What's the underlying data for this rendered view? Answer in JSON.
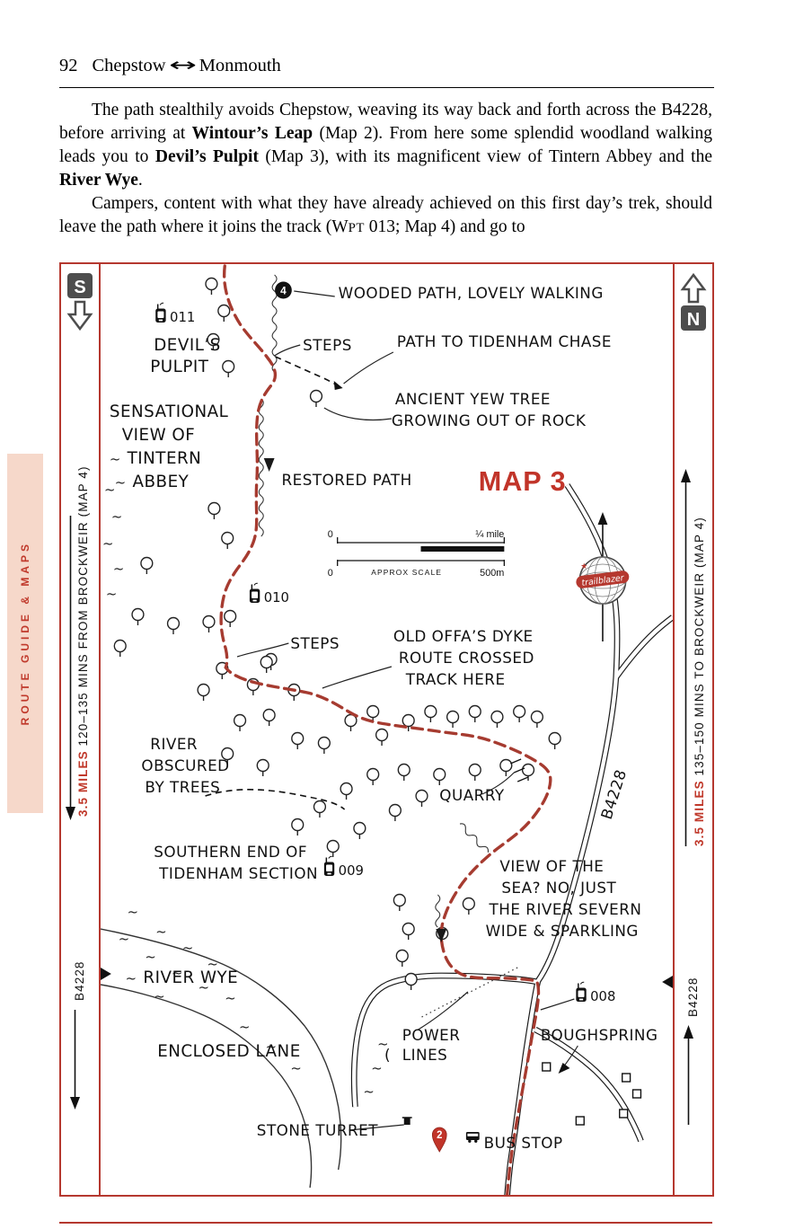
{
  "page": {
    "number": "92",
    "title_left": "Chepstow",
    "title_arrow": "↔",
    "title_right": "Monmouth"
  },
  "body": {
    "p1": [
      "The path stealthily avoids Chepstow, weaving its way back and forth across the B4228, before arriving at ",
      "Wintour’s Leap",
      " (Map 2). From here some splendid woodland walking leads you to ",
      "Devil’s Pulpit",
      " (Map 3), with its magnificent view of Tintern Abbey and the ",
      "River Wye",
      "."
    ],
    "p2": [
      "Campers, content with what they have already achieved on this first day’s trek, should leave the path where it joins the track (W",
      "PT",
      " 013; Map 4) and go to"
    ]
  },
  "sidebar": {
    "label": "ROUTE GUIDE & MAPS"
  },
  "map": {
    "title": "MAP 3",
    "logo_text": "trailblazer",
    "compass": {
      "south": "S",
      "north": "N"
    },
    "left_margin": {
      "miles": "3.5 MILES",
      "time": " 120–135 MINS FROM BROCKWEIR (MAP 4)",
      "road": "B4228"
    },
    "right_margin": {
      "miles": "3.5 MILES",
      "time": " 135–150 MINS TO BROCKWEIR (MAP 4)",
      "road": "B4228"
    },
    "scale": {
      "zero_top": "0",
      "quarter_mile": "¼ mile",
      "zero_bottom": "0",
      "approx": "APPROX SCALE",
      "metres": "500m"
    },
    "markers": {
      "top": "4",
      "bottom": "2"
    },
    "waypoints": {
      "devils_pulpit": "011",
      "mid_path": "010",
      "tidenham": "009",
      "boughspring": "008"
    },
    "decor": {
      "tilde": "~",
      "brace": "(",
      "star": "★"
    },
    "labels": {
      "wooded_path": "WOODED PATH, LOVELY WALKING",
      "steps_top": "STEPS",
      "path_tidenham": "PATH TO TIDENHAM CHASE",
      "devils_pulpit": {
        "l1": "DEVIL’S",
        "l2": "PULPIT"
      },
      "sensational": {
        "l1": "SENSATIONAL",
        "l2": "VIEW OF",
        "l3": "TINTERN",
        "l4": "ABBEY"
      },
      "yew": {
        "l1": "ANCIENT YEW TREE",
        "l2": "GROWING OUT OF ROCK"
      },
      "restored_path": "RESTORED PATH",
      "steps_mid": "STEPS",
      "offas": {
        "l1": "OLD OFFA’S DYKE",
        "l2": "ROUTE CROSSED",
        "l3": "TRACK HERE"
      },
      "river_obscured": {
        "l1": "RIVER",
        "l2": "OBSCURED",
        "l3": "BY TREES"
      },
      "quarry": "QUARRY",
      "southern": {
        "l1": "SOUTHERN END OF",
        "l2": "TIDENHAM SECTION"
      },
      "sea_view": {
        "l1": "VIEW OF THE",
        "l2": "SEA? NO, JUST",
        "l3": "THE RIVER SEVERN",
        "l4": "WIDE & SPARKLING"
      },
      "river_wye": "RIVER WYE",
      "enclosed_lane": "ENCLOSED LANE",
      "power_lines": {
        "l1": "POWER",
        "l2": "LINES"
      },
      "boughspring": "BOUGHSPRING",
      "stone_turret": "STONE TURRET",
      "bus_stop": "BUS STOP",
      "road": "B4228"
    },
    "colors": {
      "frame_red": "#b5382f",
      "route_red": "#a63b30",
      "accent_red": "#c13429",
      "sidebar_bg": "#f6d8ca"
    }
  }
}
